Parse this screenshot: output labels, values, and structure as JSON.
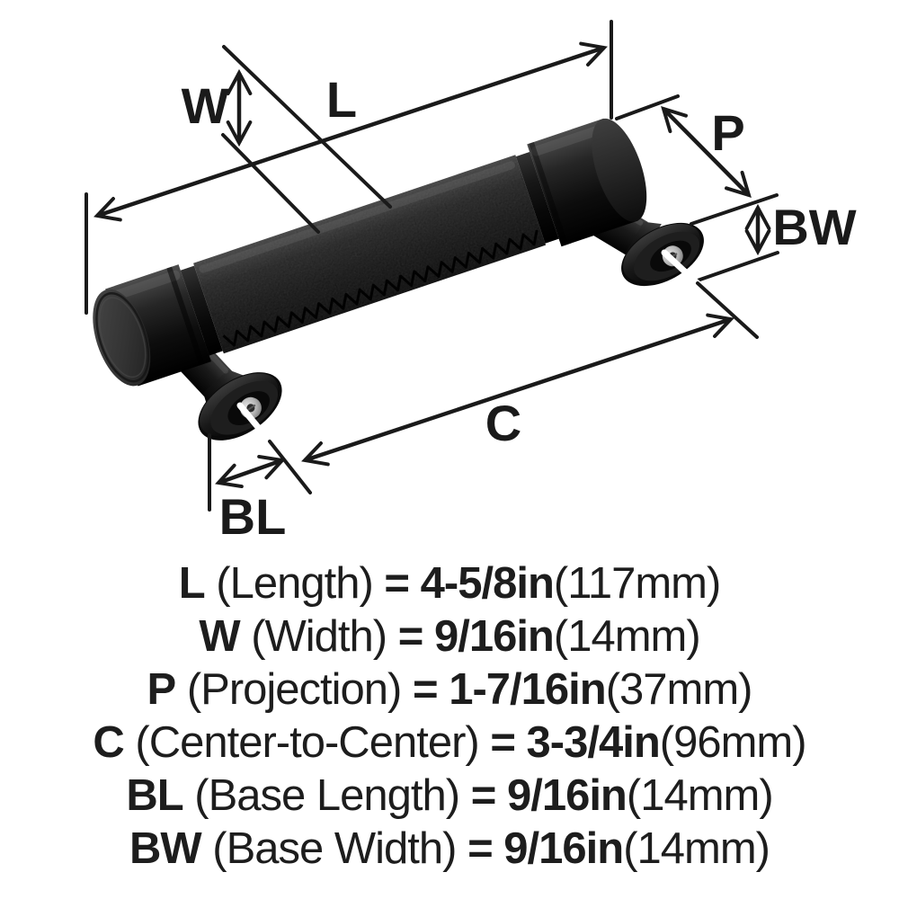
{
  "diagram": {
    "description": "Cabinet pull handle technical dimension illustration",
    "colors": {
      "background": "#ffffff",
      "dimension_lines": "#1a1a1a",
      "text": "#1d1d1d",
      "handle_body": "#141414",
      "handle_highlight": "#4a4a4a",
      "screw_metal": "#c9c9c9"
    }
  },
  "specs": [
    {
      "symbol": "L",
      "name": "(Length)",
      "value": "= 4-5/8in",
      "metric": "(117mm)"
    },
    {
      "symbol": "W",
      "name": "(Width)",
      "value": "= 9/16in",
      "metric": "(14mm)"
    },
    {
      "symbol": "P",
      "name": "(Projection)",
      "value": "= 1-7/16in",
      "metric": "(37mm)"
    },
    {
      "symbol": "C",
      "name": "(Center-to-Center)",
      "value": "= 3-3/4in",
      "metric": "(96mm)"
    },
    {
      "symbol": "BL",
      "name": "(Base Length)",
      "value": "= 9/16in",
      "metric": "(14mm)"
    },
    {
      "symbol": "BW",
      "name": "(Base Width)",
      "value": "= 9/16in",
      "metric": "(14mm)"
    }
  ]
}
